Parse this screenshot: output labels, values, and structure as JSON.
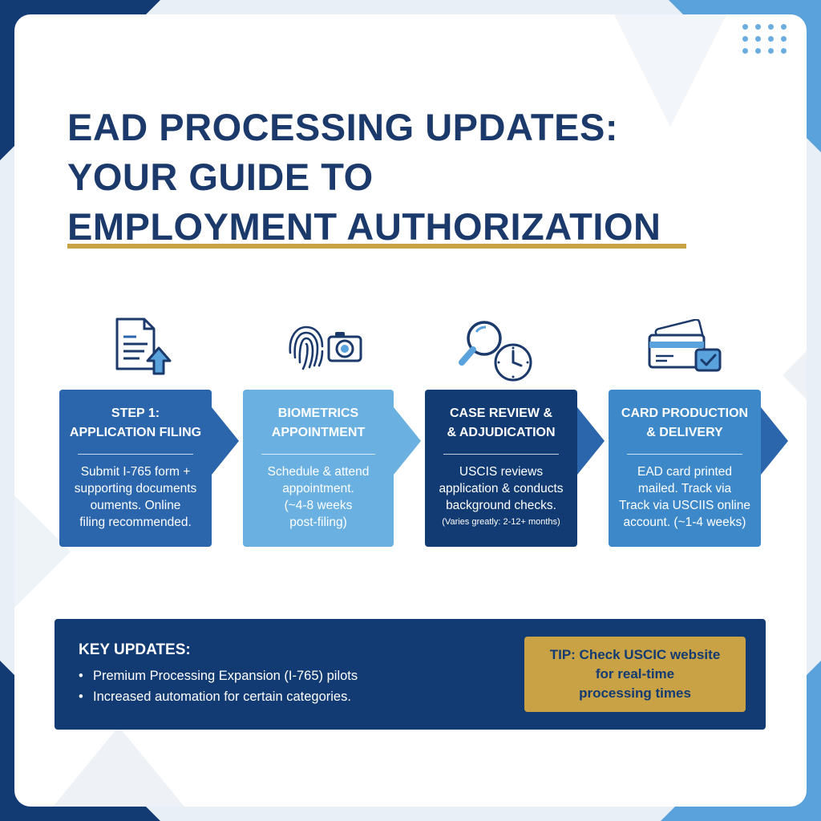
{
  "title_lines": [
    "EAD PROCESSING UPDATES:",
    "YOUR GUIDE TO",
    "EMPLOYMENT AUTHORIZATION"
  ],
  "steps": [
    {
      "title_lines": [
        "STEP 1:",
        "APPLICATION FILING"
      ],
      "desc_lines": [
        "Submit I-765 form +",
        "supporting documents",
        "ouments. Online",
        "filing recommended."
      ],
      "icon": "document-upload-icon"
    },
    {
      "title_lines": [
        "BIOMETRICS",
        "APPOINTMENT"
      ],
      "desc_lines": [
        "Schedule & attend",
        "appointment.",
        "(~4-8 weeks",
        "post-filing)"
      ],
      "icon": "fingerprint-camera-icon"
    },
    {
      "title_lines": [
        "CASE REVIEW &",
        "& ADJUDICATION"
      ],
      "desc_lines": [
        "USCIS reviews",
        "application & conducts",
        "background checks."
      ],
      "desc_small": "(Varies greatly: 2-12+ months)",
      "icon": "magnifier-clock-icon"
    },
    {
      "title_lines": [
        "CARD PRODUCTION",
        "& DELIVERY"
      ],
      "desc_lines": [
        "EAD card printed",
        "mailed. Track via",
        "Track via USCIIS online",
        "account. (~1-4 weeks)"
      ],
      "icon": "card-check-icon"
    }
  ],
  "updates": {
    "title": "KEY UPDATES:",
    "items": [
      "Premium Processing Expansion (I-765) pilots",
      "Increased automation for certain categories."
    ],
    "bullet": "•",
    "tip_lines": [
      "TIP: Check USCIC website",
      "for real-time",
      "processing times"
    ]
  },
  "colors": {
    "navy": "#123b73",
    "blue": "#2b66ad",
    "light_blue": "#6ab1e2",
    "mid_blue": "#3d88c9",
    "gold": "#c9a245",
    "title": "#1b3a6b"
  }
}
